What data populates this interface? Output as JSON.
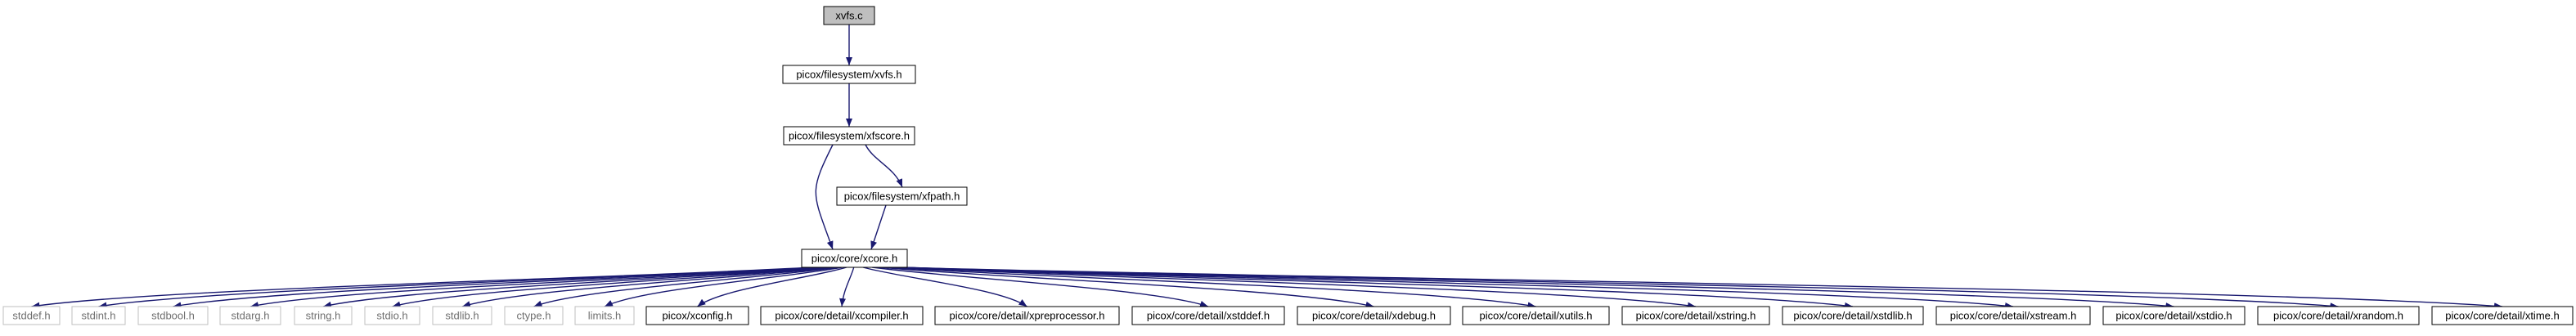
{
  "diagram": {
    "colors": {
      "edge": "#191970",
      "root_fill": "#bfbfbf",
      "node_border": "#000000",
      "system_border": "#bfbfbf",
      "system_text": "#6f6f6f",
      "text": "#000000"
    },
    "nodes": [
      {
        "id": "xvfs_c",
        "label": "xvfs.c",
        "kind": "root"
      },
      {
        "id": "xvfs_h",
        "label": "picox/filesystem/xvfs.h",
        "kind": "local"
      },
      {
        "id": "xfscore_h",
        "label": "picox/filesystem/xfscore.h",
        "kind": "local"
      },
      {
        "id": "xfpath_h",
        "label": "picox/filesystem/xfpath.h",
        "kind": "local"
      },
      {
        "id": "xcore_h",
        "label": "picox/core/xcore.h",
        "kind": "local"
      },
      {
        "id": "stddef_h",
        "label": "stddef.h",
        "kind": "system"
      },
      {
        "id": "stdint_h",
        "label": "stdint.h",
        "kind": "system"
      },
      {
        "id": "stdbool_h",
        "label": "stdbool.h",
        "kind": "system"
      },
      {
        "id": "stdarg_h",
        "label": "stdarg.h",
        "kind": "system"
      },
      {
        "id": "string_h",
        "label": "string.h",
        "kind": "system"
      },
      {
        "id": "stdio_h",
        "label": "stdio.h",
        "kind": "system"
      },
      {
        "id": "stdlib_h",
        "label": "stdlib.h",
        "kind": "system"
      },
      {
        "id": "ctype_h",
        "label": "ctype.h",
        "kind": "system"
      },
      {
        "id": "limits_h",
        "label": "limits.h",
        "kind": "system"
      },
      {
        "id": "xconfig_h",
        "label": "picox/xconfig.h",
        "kind": "local"
      },
      {
        "id": "xcompiler_h",
        "label": "picox/core/detail/xcompiler.h",
        "kind": "local"
      },
      {
        "id": "xpreprocessor_h",
        "label": "picox/core/detail/xpreprocessor.h",
        "kind": "local"
      },
      {
        "id": "xstddef_h",
        "label": "picox/core/detail/xstddef.h",
        "kind": "local"
      },
      {
        "id": "xdebug_h",
        "label": "picox/core/detail/xdebug.h",
        "kind": "local"
      },
      {
        "id": "xutils_h",
        "label": "picox/core/detail/xutils.h",
        "kind": "local"
      },
      {
        "id": "xstring_h",
        "label": "picox/core/detail/xstring.h",
        "kind": "local"
      },
      {
        "id": "xstdlib_h",
        "label": "picox/core/detail/xstdlib.h",
        "kind": "local"
      },
      {
        "id": "xstream_h",
        "label": "picox/core/detail/xstream.h",
        "kind": "local"
      },
      {
        "id": "xstdio_h",
        "label": "picox/core/detail/xstdio.h",
        "kind": "local"
      },
      {
        "id": "xrandom_h",
        "label": "picox/core/detail/xrandom.h",
        "kind": "local"
      },
      {
        "id": "xtime_h",
        "label": "picox/core/detail/xtime.h",
        "kind": "local"
      }
    ],
    "edges": [
      {
        "from": "xvfs_c",
        "to": "xvfs_h"
      },
      {
        "from": "xvfs_h",
        "to": "xfscore_h"
      },
      {
        "from": "xfscore_h",
        "to": "xfpath_h"
      },
      {
        "from": "xfscore_h",
        "to": "xcore_h"
      },
      {
        "from": "xfpath_h",
        "to": "xcore_h"
      },
      {
        "from": "xcore_h",
        "to": "stddef_h"
      },
      {
        "from": "xcore_h",
        "to": "stdint_h"
      },
      {
        "from": "xcore_h",
        "to": "stdbool_h"
      },
      {
        "from": "xcore_h",
        "to": "stdarg_h"
      },
      {
        "from": "xcore_h",
        "to": "string_h"
      },
      {
        "from": "xcore_h",
        "to": "stdio_h"
      },
      {
        "from": "xcore_h",
        "to": "stdlib_h"
      },
      {
        "from": "xcore_h",
        "to": "ctype_h"
      },
      {
        "from": "xcore_h",
        "to": "limits_h"
      },
      {
        "from": "xcore_h",
        "to": "xconfig_h"
      },
      {
        "from": "xcore_h",
        "to": "xcompiler_h"
      },
      {
        "from": "xcore_h",
        "to": "xpreprocessor_h"
      },
      {
        "from": "xcore_h",
        "to": "xstddef_h"
      },
      {
        "from": "xcore_h",
        "to": "xdebug_h"
      },
      {
        "from": "xcore_h",
        "to": "xutils_h"
      },
      {
        "from": "xcore_h",
        "to": "xstring_h"
      },
      {
        "from": "xcore_h",
        "to": "xstdlib_h"
      },
      {
        "from": "xcore_h",
        "to": "xstream_h"
      },
      {
        "from": "xcore_h",
        "to": "xstdio_h"
      },
      {
        "from": "xcore_h",
        "to": "xrandom_h"
      },
      {
        "from": "xcore_h",
        "to": "xtime_h"
      }
    ]
  }
}
